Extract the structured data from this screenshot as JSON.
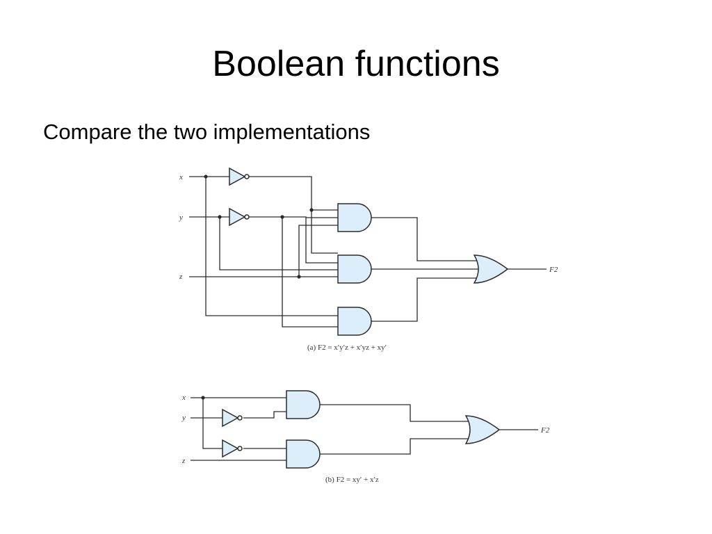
{
  "slide": {
    "title": "Boolean functions",
    "bullet": "Compare the two implementations"
  },
  "colors": {
    "gate_fill": "#dceefa",
    "wire": "#2a2a2a",
    "text": "#000000"
  },
  "diagram_a": {
    "inputs": [
      "x",
      "y",
      "z"
    ],
    "output": "F2",
    "caption": "(a) F2 = x′y′z + x′yz + xy′",
    "gates": [
      "not-x",
      "not-y",
      "and-1",
      "and-2",
      "and-3",
      "or"
    ]
  },
  "diagram_b": {
    "inputs": [
      "x",
      "y",
      "z"
    ],
    "output": "F2",
    "caption": "(b) F2 = xy′ + x′z",
    "gates": [
      "not-y",
      "not-x",
      "and-1",
      "and-2",
      "or"
    ]
  }
}
